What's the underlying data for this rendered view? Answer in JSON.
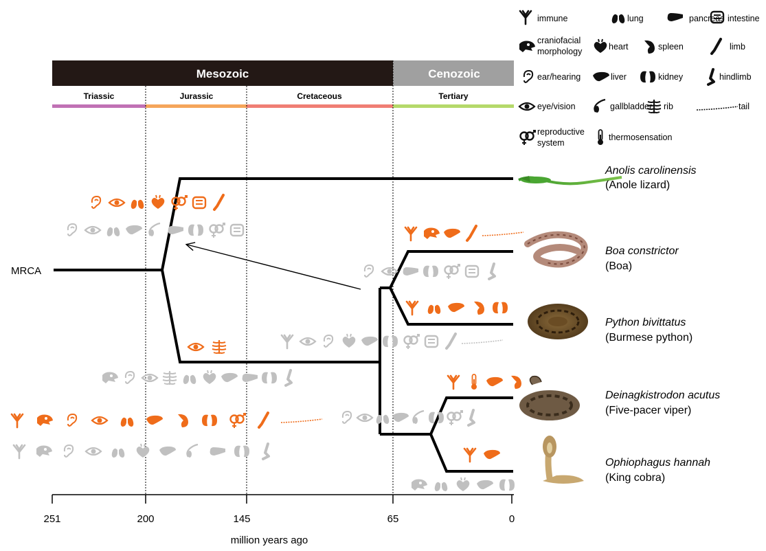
{
  "timeline": {
    "eras": [
      {
        "name": "Mesozoic",
        "color": "#231815"
      },
      {
        "name": "Cenozoic",
        "color": "#a0a0a0"
      }
    ],
    "periods": [
      {
        "name": "Triassic",
        "color": "#c071b5"
      },
      {
        "name": "Jurassic",
        "color": "#f5a55a"
      },
      {
        "name": "Cretaceous",
        "color": "#f07e74"
      },
      {
        "name": "Tertiary",
        "color": "#b5d96a"
      }
    ],
    "ticks": [
      "251",
      "200",
      "145",
      "65",
      "0"
    ],
    "axis_label": "million years ago"
  },
  "tree": {
    "root_label": "MRCA",
    "species": [
      {
        "name": "Anolis carolinensis",
        "common": "(Anole lizard)"
      },
      {
        "name": "Boa constrictor",
        "common": "(Boa)"
      },
      {
        "name": "Python bivittatus",
        "common": "(Burmese python)"
      },
      {
        "name": "Deinagkistrodon acutus",
        "common": "(Five-pacer viper)"
      },
      {
        "name": "Ophiophagus hannah",
        "common": "(King cobra)"
      }
    ]
  },
  "legend": {
    "items": [
      {
        "icon": "immune-icon",
        "label": "immune"
      },
      {
        "icon": "lung-icon",
        "label": "lung"
      },
      {
        "icon": "pancreas-icon",
        "label": "pancreas"
      },
      {
        "icon": "intestine-icon",
        "label": "intestine"
      },
      {
        "icon": "skull-icon",
        "label": "craniofacial"
      },
      {
        "icon": "skull-icon",
        "label": "morphology"
      },
      {
        "icon": "heart-icon",
        "label": "heart"
      },
      {
        "icon": "spleen-icon",
        "label": "spleen"
      },
      {
        "icon": "limb-icon",
        "label": "limb"
      },
      {
        "icon": "ear-icon",
        "label": "ear/hearing"
      },
      {
        "icon": "liver-icon",
        "label": "liver"
      },
      {
        "icon": "kidney-icon",
        "label": "kidney"
      },
      {
        "icon": "hindlimb-icon",
        "label": "hindlimb"
      },
      {
        "icon": "eye-icon",
        "label": "eye/vision"
      },
      {
        "icon": "gallbladder-icon",
        "label": "gallbladder"
      },
      {
        "icon": "rib-icon",
        "label": "rib"
      },
      {
        "icon": "tail-icon",
        "label": "tail"
      },
      {
        "icon": "reproductive-icon",
        "label": "reproductive"
      },
      {
        "icon": "reproductive-icon",
        "label": "system"
      },
      {
        "icon": "thermometer-icon",
        "label": "thermosensation"
      }
    ]
  },
  "colors": {
    "gain": "#ef6c1a",
    "loss": "#c0c0c0",
    "branch": "#000000",
    "legend_icon": "#111111"
  },
  "trait_rows": [
    {
      "state": "gain",
      "icons": [
        "ear-icon",
        "eye-icon",
        "lung-icon",
        "heart-icon",
        "reproductive-icon",
        "intestine-icon",
        "limb-icon"
      ]
    },
    {
      "state": "loss",
      "icons": [
        "ear-icon",
        "eye-icon",
        "lung-icon",
        "liver-icon",
        "gallbladder-icon",
        "pancreas-icon",
        "kidney-icon",
        "reproductive-icon",
        "intestine-icon"
      ]
    },
    {
      "state": "gain",
      "icons": [
        "eye-icon",
        "rib-icon"
      ]
    },
    {
      "state": "loss",
      "icons": [
        "skull-icon",
        "ear-icon",
        "eye-icon",
        "rib-icon",
        "lung-icon",
        "heart-icon",
        "liver-icon",
        "pancreas-icon",
        "kidney-icon",
        "hindlimb-icon"
      ]
    },
    {
      "state": "gain",
      "icons": [
        "immune-icon",
        "skull-icon",
        "ear-icon",
        "eye-icon",
        "lung-icon",
        "liver-icon",
        "spleen-icon",
        "kidney-icon",
        "reproductive-icon",
        "limb-icon",
        "tail-icon"
      ]
    },
    {
      "state": "loss",
      "icons": [
        "immune-icon",
        "skull-icon",
        "ear-icon",
        "eye-icon",
        "lung-icon",
        "heart-icon",
        "liver-icon",
        "gallbladder-icon",
        "pancreas-icon",
        "kidney-icon",
        "hindlimb-icon"
      ]
    },
    {
      "state": "gain",
      "icons": [
        "immune-icon",
        "skull-icon",
        "liver-icon",
        "limb-icon",
        "tail-icon"
      ]
    },
    {
      "state": "loss",
      "icons": [
        "ear-icon",
        "eye-icon",
        "pancreas-icon",
        "kidney-icon",
        "reproductive-icon",
        "intestine-icon",
        "hindlimb-icon"
      ]
    },
    {
      "state": "gain",
      "icons": [
        "immune-icon",
        "lung-icon",
        "liver-icon",
        "spleen-icon",
        "kidney-icon"
      ]
    },
    {
      "state": "loss",
      "icons": [
        "immune-icon",
        "eye-icon",
        "ear-icon",
        "heart-icon",
        "liver-icon",
        "kidney-icon",
        "reproductive-icon",
        "intestine-icon",
        "limb-icon",
        "tail-icon"
      ]
    },
    {
      "state": "gain",
      "icons": [
        "immune-icon",
        "thermometer-icon",
        "liver-icon",
        "spleen-icon"
      ]
    },
    {
      "state": "loss",
      "icons": [
        "ear-icon",
        "eye-icon",
        "lung-icon",
        "liver-icon",
        "gallbladder-icon",
        "kidney-icon",
        "reproductive-icon",
        "hindlimb-icon"
      ]
    },
    {
      "state": "gain",
      "icons": [
        "immune-icon",
        "liver-icon"
      ]
    },
    {
      "state": "loss",
      "icons": [
        "skull-icon",
        "lung-icon",
        "heart-icon",
        "liver-icon",
        "kidney-icon"
      ]
    }
  ]
}
